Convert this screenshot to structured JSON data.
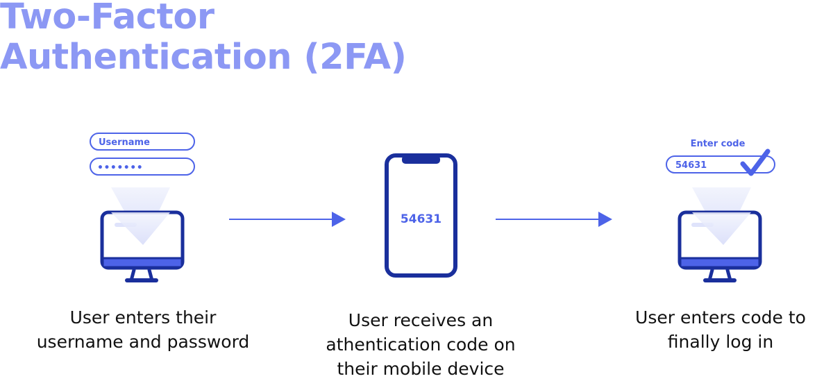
{
  "title": {
    "line1": "Two-Factor",
    "line2": "Authentication (2FA)"
  },
  "step1": {
    "username_field": "Username",
    "password_field": "•••••••",
    "caption_line1": "User enters their",
    "caption_line2": "username and password"
  },
  "step2": {
    "phone_code": "54631",
    "caption_line1": "User receives an",
    "caption_line2": "athentication code on",
    "caption_line3": "their mobile device"
  },
  "step3": {
    "enter_code_label": "Enter code",
    "code_field": "54631",
    "caption_line1": "User enters code to",
    "caption_line2": "finally log in"
  },
  "colors": {
    "title": "#8c98f4",
    "primary": "#4d63e8",
    "dark": "#1a2f9c",
    "light": "#dfe3fb"
  },
  "icons": {
    "monitor": "monitor-icon",
    "phone": "smartphone-icon",
    "arrow": "arrow-right-icon",
    "check": "checkmark-icon"
  }
}
